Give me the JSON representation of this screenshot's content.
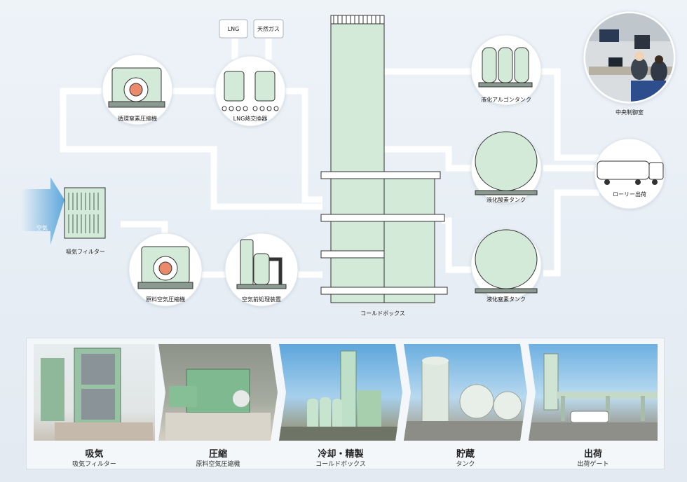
{
  "diagram": {
    "inputs": {
      "lng": "LNG",
      "natural_gas": "天然ガス"
    },
    "air_label": "空気",
    "nodes": {
      "recycle_compressor": "循環窒素圧縮機",
      "lng_exchanger": "LNG熱交換器",
      "intake_filter": "吸気フィルター",
      "main_compressor": "原料空気圧縮機",
      "pretreatment": "空気前処理装置",
      "cold_box": "コールドボックス",
      "argon_tank": "液化アルゴンタンク",
      "oxygen_tank": "液化酸素タンク",
      "nitrogen_tank": "液化窒素タンク",
      "lorry": "ローリー出荷",
      "control_room": "中央制御室"
    }
  },
  "flow": {
    "steps": [
      {
        "title": "吸気",
        "subtitle": "吸気フィルター"
      },
      {
        "title": "圧縮",
        "subtitle": "原料空気圧縮機"
      },
      {
        "title": "冷却・精製",
        "subtitle": "コールドボックス"
      },
      {
        "title": "貯蔵",
        "subtitle": "タンク"
      },
      {
        "title": "出荷",
        "subtitle": "出荷ゲート"
      }
    ]
  },
  "colors": {
    "equipment_fill": "#d4ead8",
    "pipe": "#ffffff",
    "air_arrow": "#5fa8dc",
    "motor": "#e98a6a"
  }
}
